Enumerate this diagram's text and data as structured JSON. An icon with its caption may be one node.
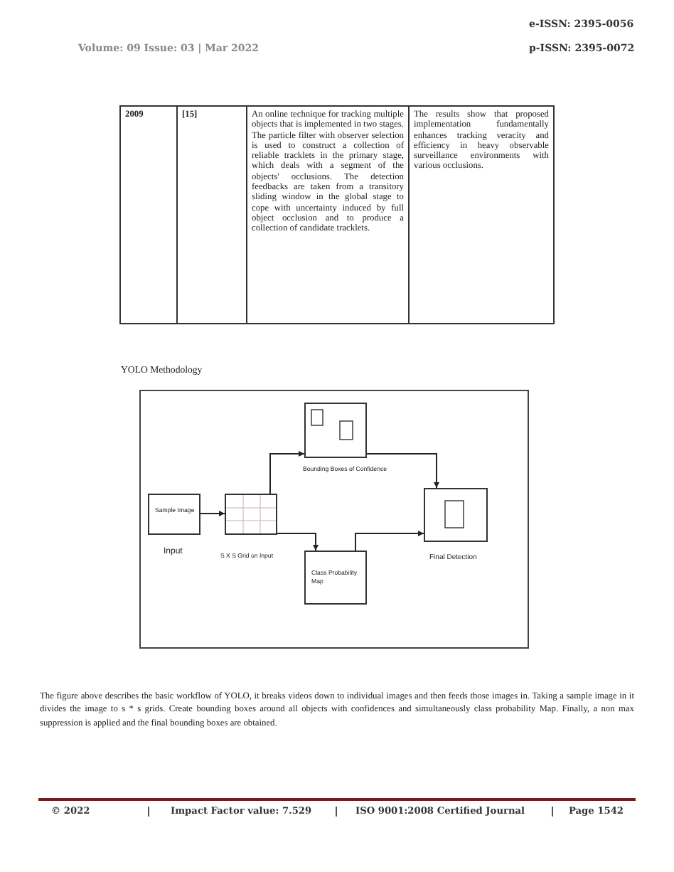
{
  "diagram": {
    "title": "YOLO Methodology",
    "nodes": [
      {
        "text": [
          "Sample Image"
        ],
        "beside": [
          "Input"
        ]
      },
      {
        "text": [],
        "shape": "box",
        "beside": [
          "S X S Grid on Input"
        ]
      },
      {
        "text": [],
        "shape": "picture",
        "beside": [
          "Bounding Boxes of Confidence"
        ]
      },
      {
        "text": [
          "Class Probability Map"
        ]
      },
      {
        "text": [],
        "shape": "picture",
        "beside": [
          "Final Detection"
        ]
      }
    ],
    "edges": [
      {
        "from": 0,
        "to": 1,
        "arrow": "to"
      },
      {
        "from": 1,
        "to": 2,
        "arrow": "to"
      },
      {
        "from": 2,
        "to": 4,
        "arrow": "to"
      },
      {
        "from": 1,
        "to": 3,
        "arrow": "to"
      },
      {
        "from": 3,
        "to": 4,
        "arrow": "to"
      }
    ],
    "labels": [
      "e-ISSN: 2395-0056",
      "Volume: 09 Issue: 03 | Mar 2022",
      "p-ISSN: 2395-0072",
      "2009",
      "[15]",
      "An online technique for tracking multiple objects that is implemented in two stages. The particle filter with observer selection is used to construct a collection of reliable tracklets in the primary stage, which deals with a segment of the objects' occlusions. The detection feedbacks are taken from a transitory sliding window in the global stage to cope with uncertainty induced by full object occlusion and to produce a collection of candidate tracklets.",
      "The results show that proposed implementation fundamentally enhances tracking veracity and efficiency in heavy observable surveillance environments with various occlusions.",
      "The figure above describes the basic workflow of YOLO, it breaks videos down to individual images and then feeds those images in. Taking a sample image in it divides the image to s * s grids. Create bounding boxes around all objects with confidences and simultaneously class probability Map. Finally, a non max suppression is applied and the final bounding boxes are obtained.",
      "© 2022",
      "Impact Factor value: 7.529",
      "ISO 9001:2008 Certified Journal",
      "Page 1542"
    ]
  }
}
